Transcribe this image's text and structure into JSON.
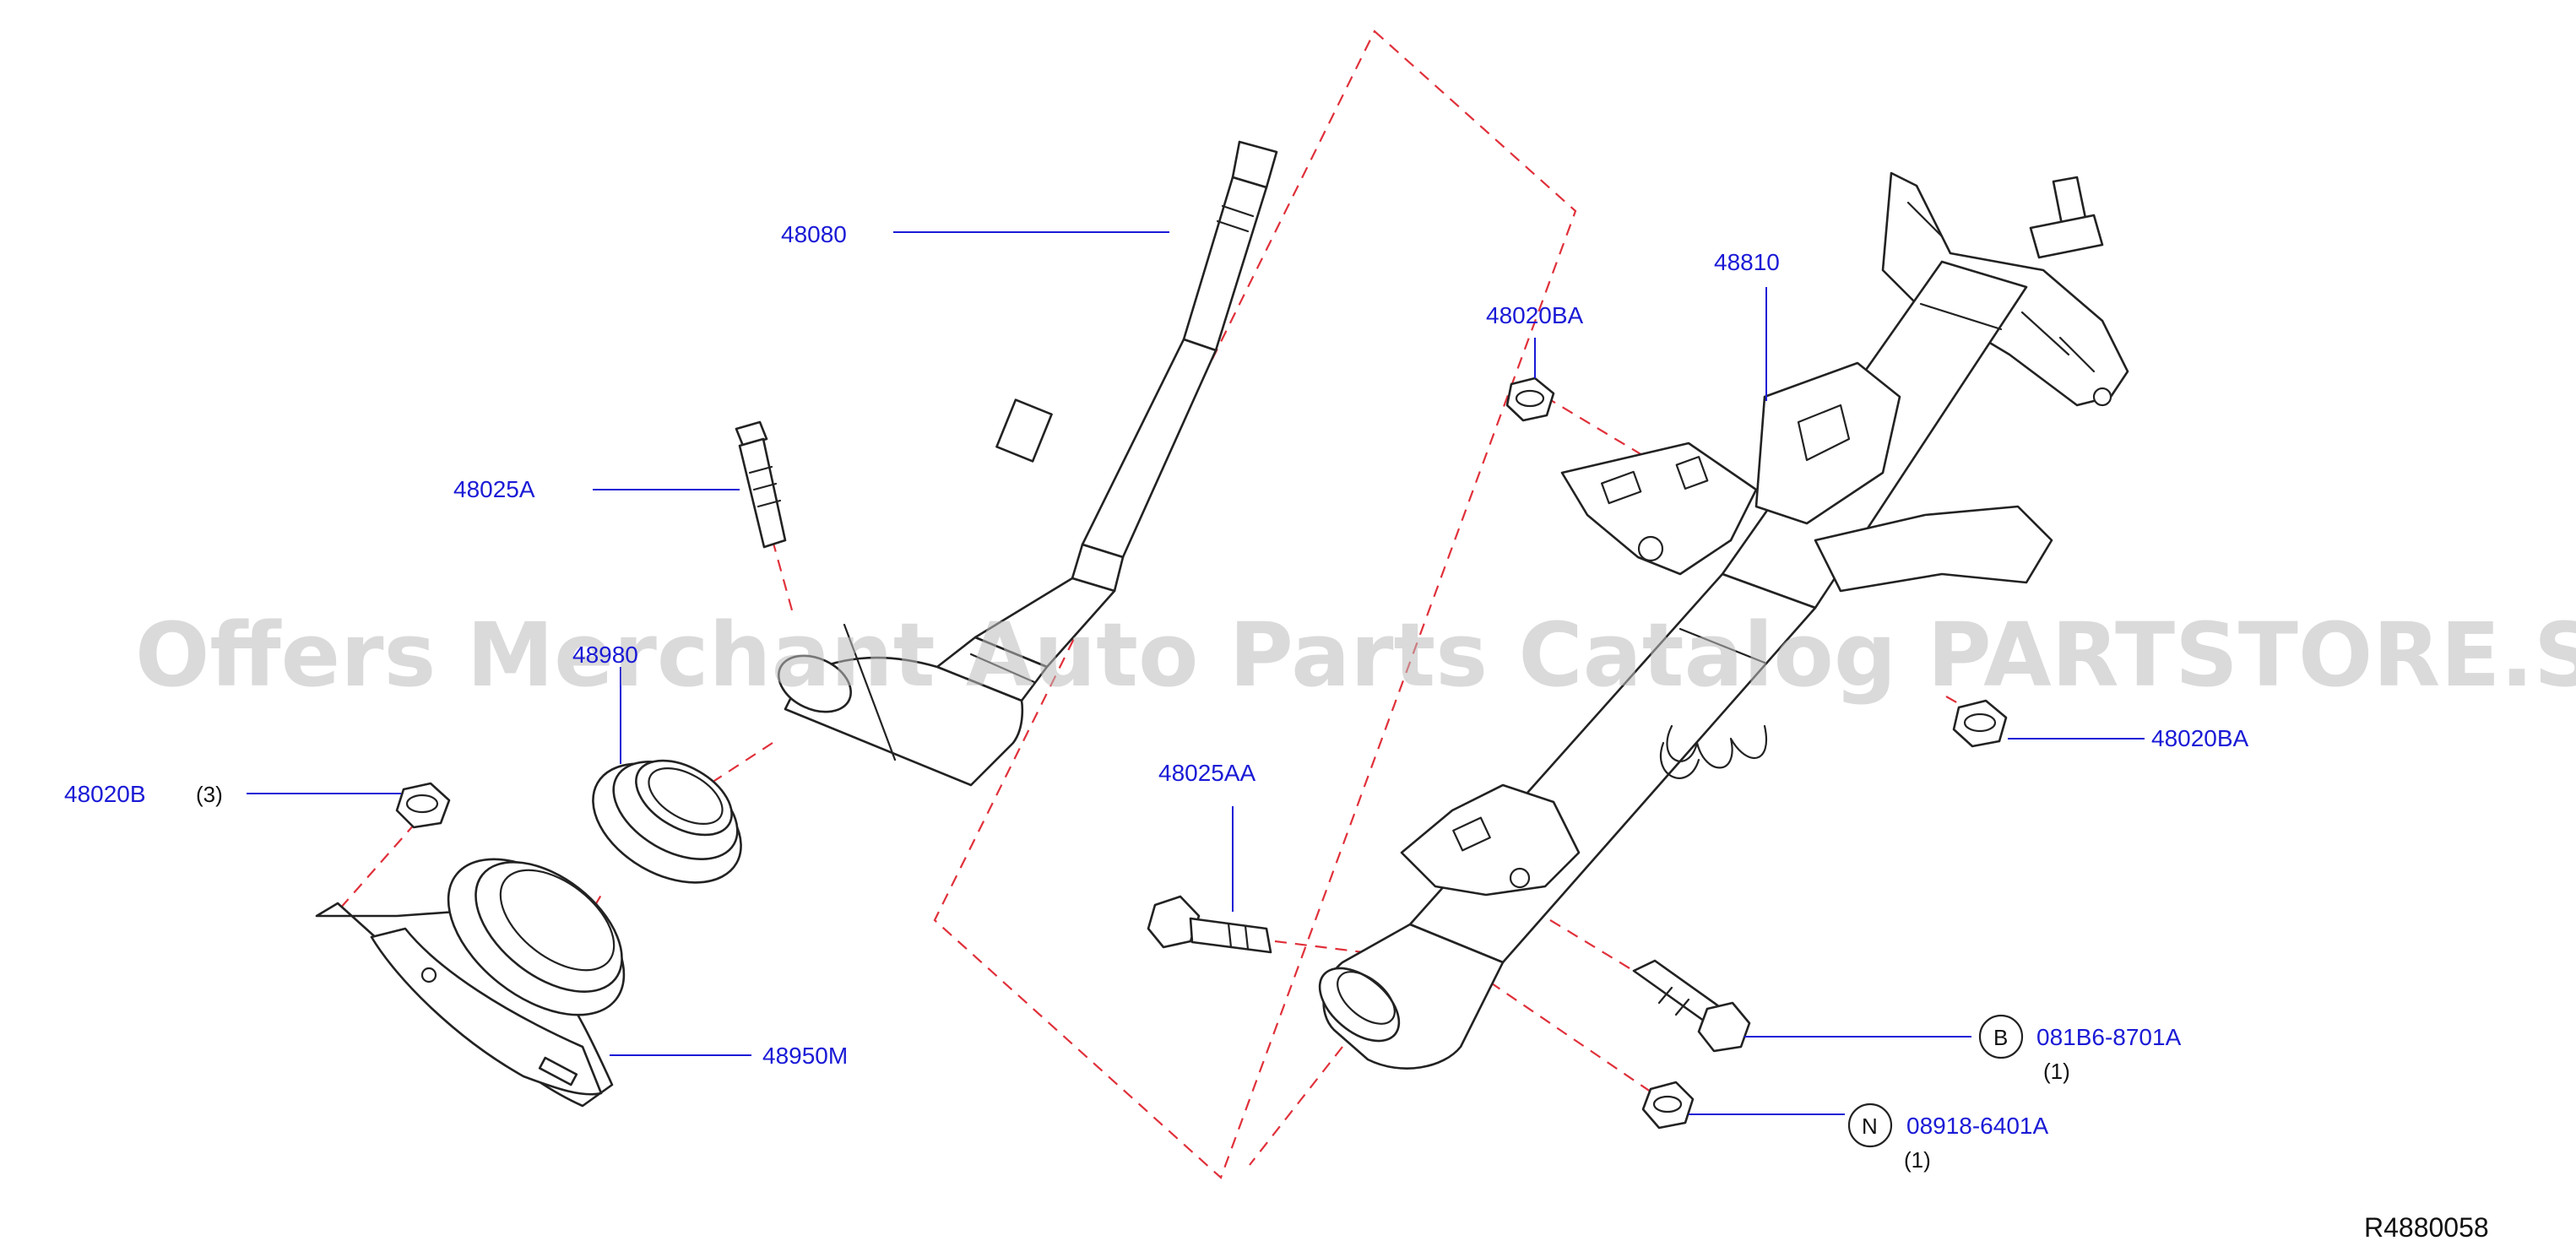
{
  "parts": {
    "p48080": "48080",
    "p48025A": "48025A",
    "p4898x": "48980",
    "p48020B": "48020B",
    "p48020B_qty": "(3)",
    "p48950M": "48950M",
    "p48810": "48810",
    "p48020BA_top": "48020BA",
    "p48020BA_right": "48020BA",
    "p48025AA": "48025AA",
    "bolt_b_marker": "B",
    "bolt_b_code": "081B6-8701A",
    "bolt_b_qty": "(1)",
    "nut_n_marker": "N",
    "nut_n_code": "08918-6401A",
    "nut_n_qty": "(1)"
  },
  "reference": "R4880058",
  "watermark": "Offers Merchant Auto Parts Catalog PARTSTORE.SA",
  "colors": {
    "label": "#1a1ad6",
    "dash": "#e0303a",
    "ink": "#222222",
    "watermark": "#bdbdbd"
  }
}
